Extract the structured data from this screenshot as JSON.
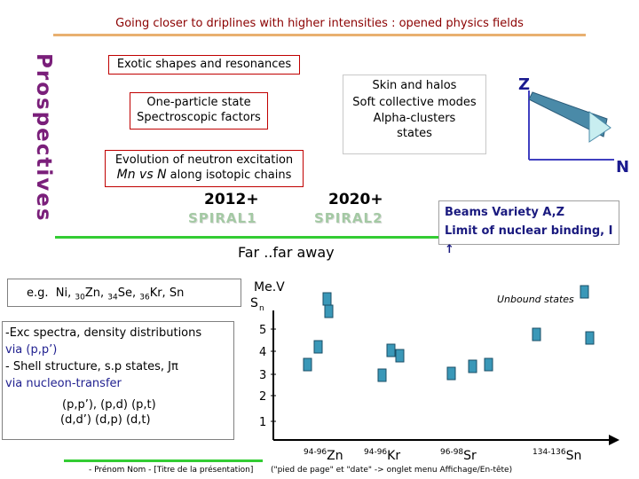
{
  "header": {
    "title": "Going closer to driplines with higher intensities : opened physics fields"
  },
  "side_title": "Prospectives",
  "boxes": {
    "exotic": "Exotic shapes and resonances",
    "particle_line1": "One-particle state",
    "particle_line2": "Spectroscopic factors",
    "skin_line1": "Skin and halos",
    "skin_line2": "Soft collective modes",
    "skin_line3": "Alpha-clusters",
    "skin_line4": "states",
    "evolution_line1": "Evolution of neutron excitation",
    "evolution_line2_a": "Mn vs N",
    "evolution_line2_b": " along isotopic chains"
  },
  "axes_small": {
    "z": "Z",
    "n": "N"
  },
  "timeline": {
    "year1": "2012+",
    "year2": "2020+",
    "spiral1": "SPIRAL1",
    "spiral2": "SPIRAL2",
    "beams_line1": "Beams Variety A,Z",
    "beams_line2": "Limit of nuclear binding, I ↑",
    "far": "Far ..far away"
  },
  "left_panel": {
    "eg_prefix": "e.g.  Ni, ",
    "eg_zn_sub": "30",
    "eg_zn": "Zn, ",
    "eg_se_sub": "34",
    "eg_se": "Se, ",
    "eg_kr_sub": "36",
    "eg_kr": "Kr, Sn",
    "line1": "-Exc spectra, density distributions",
    "line2": "via (p,p’)",
    "line3": "- Shell structure, s.p states, Jπ",
    "line4": "via nucleon-transfer",
    "line5": "(p,p’), (p,d) (p,t)",
    "line6": "(d,d’) (d,p) (d,t)"
  },
  "chart_data": {
    "type": "scatter",
    "ylabel_line1": "Me.V",
    "ylabel_line2": "S",
    "ylabel_sub": "n",
    "unbound_label": "Unbound states",
    "yticks": [
      "5",
      "4",
      "3",
      "2",
      "1"
    ],
    "categories": [
      {
        "sup": "94-96",
        "main": "Zn"
      },
      {
        "sup": "94-96",
        "main": "Kr"
      },
      {
        "sup": "96-98",
        "main": "Sr"
      },
      {
        "sup": "134-136",
        "main": "Sn"
      }
    ],
    "colors": {
      "box_fill": "#3a98b8",
      "box_edge": "#1a4e66",
      "axis": "#000000"
    }
  },
  "footer": {
    "left": "- Prénom Nom -   [Titre de la présentation]",
    "right": "(\"pied de page\" et \"date\" -> onglet menu Affichage/En-tête)"
  }
}
